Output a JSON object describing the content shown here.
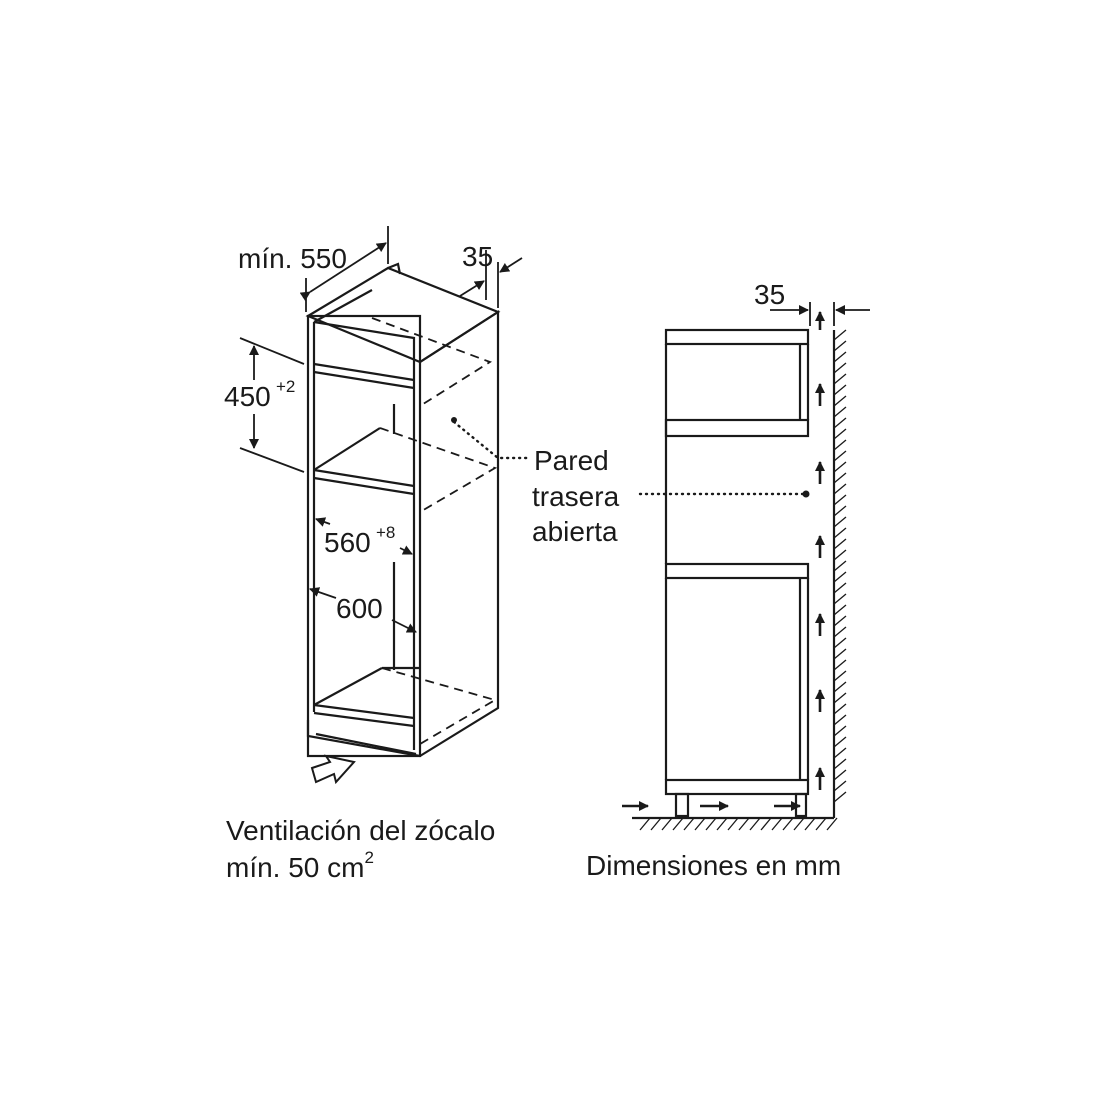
{
  "dims": {
    "width_min_label": "mín. 550",
    "depth_gap_label": "35",
    "niche_height_label": "450",
    "niche_height_tol": "+2",
    "niche_width_label": "560",
    "niche_width_tol": "+8",
    "cabinet_width_label": "600",
    "side_gap_label": "35"
  },
  "rear_wall": {
    "line1": "Pared",
    "line2": "trasera",
    "line3": "abierta"
  },
  "ventilation": {
    "line1": "Ventilación del zócalo",
    "line2_prefix": "mín. 50 cm",
    "line2_sup": "2"
  },
  "units_caption": "Dimensiones en mm",
  "colors": {
    "ink": "#1a1a1a"
  }
}
